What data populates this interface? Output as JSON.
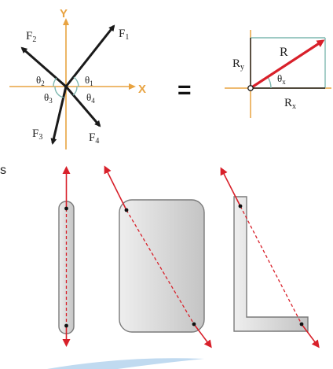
{
  "colors": {
    "axis": "#e8a341",
    "force": "#1a1a1a",
    "resultant": "#d8202a",
    "guide": "#7fb8b0",
    "member_fill": "#d9d9d9",
    "member_stroke": "#7a7a7a",
    "swoosh": "#b9d6ee"
  },
  "force_diagram": {
    "y_axis": "Y",
    "x_axis": "X",
    "forces": [
      {
        "label": "F",
        "sub": "1",
        "angle_name": "θ",
        "angle_sub": "1"
      },
      {
        "label": "F",
        "sub": "2",
        "angle_name": "θ",
        "angle_sub": "2"
      },
      {
        "label": "F",
        "sub": "3",
        "angle_name": "θ",
        "angle_sub": "3"
      },
      {
        "label": "F",
        "sub": "4",
        "angle_name": "θ",
        "angle_sub": "4"
      }
    ]
  },
  "equals_sign": "=",
  "resultant_diagram": {
    "resultant": "R",
    "ry": {
      "main": "R",
      "sub": "y"
    },
    "rx": {
      "main": "R",
      "sub": "x"
    },
    "angle": {
      "main": "θ",
      "sub": "x"
    }
  },
  "stray_text": "s"
}
